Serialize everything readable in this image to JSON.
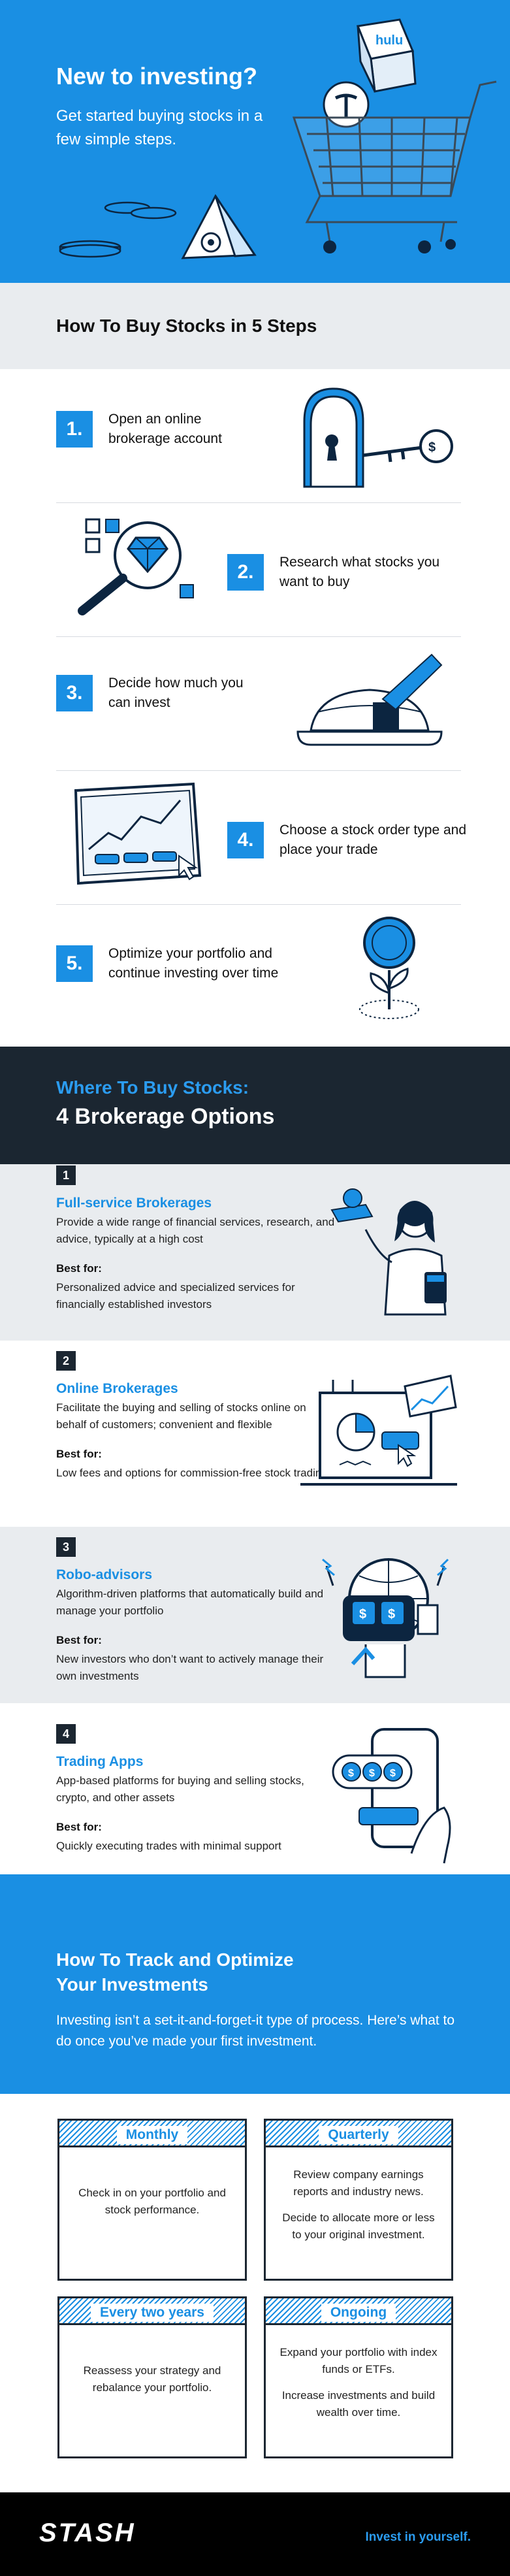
{
  "hero": {
    "title": "New to investing?",
    "subtitle": "Get started buying stocks in a few simple steps.",
    "cube_brand": "hulu",
    "accent_color": "#1a8fe3"
  },
  "steps": {
    "title": "How To Buy Stocks in 5 Steps",
    "items": [
      {
        "num": "1.",
        "text": "Open an online brokerage account",
        "icon": "key-door-icon"
      },
      {
        "num": "2.",
        "text": "Research what stocks you want to buy",
        "icon": "magnifier-diamond-icon"
      },
      {
        "num": "3.",
        "text": "Decide how much you can invest",
        "icon": "pie-slice-icon"
      },
      {
        "num": "4.",
        "text": "Choose a stock order type and place your trade",
        "icon": "trading-screen-icon"
      },
      {
        "num": "5.",
        "text": "Optimize your portfolio and continue investing over time",
        "icon": "coin-plant-icon"
      }
    ]
  },
  "where": {
    "line1": "Where To Buy Stocks:",
    "line2": "4 Brokerage Options",
    "best_label": "Best for:",
    "options": [
      {
        "num": "1",
        "name": "Full-service Brokerages",
        "desc": "Provide a wide range of financial services, research, and advice, typically at a high cost",
        "best": "Personalized advice and specialized services for financially established investors"
      },
      {
        "num": "2",
        "name": "Online Brokerages",
        "desc": "Facilitate the buying and selling of stocks online on behalf of customers; convenient and flexible",
        "best": "Low fees and options for commission-free stock trading"
      },
      {
        "num": "3",
        "name": "Robo-advisors",
        "desc": "Algorithm-driven platforms that automatically build and manage your portfolio",
        "best": "New investors who don’t want to actively manage their own investments"
      },
      {
        "num": "4",
        "name": "Trading Apps",
        "desc": "App-based platforms for buying and selling stocks, crypto, and other assets",
        "best": "Quickly executing trades with minimal support"
      }
    ]
  },
  "track": {
    "title": "How To Track and Optimize Your Investments",
    "text": "Investing isn’t a set-it-and-forget-it type of process. Here’s what to do once you’ve made your first investment.",
    "cards": [
      {
        "title": "Monthly",
        "lines": [
          "Check in on your portfolio and stock performance."
        ]
      },
      {
        "title": "Quarterly",
        "lines": [
          "Review company earnings reports and industry news.",
          "Decide to allocate more or less to your original investment."
        ]
      },
      {
        "title": "Every two years",
        "lines": [
          "Reassess your strategy and rebalance your portfolio."
        ]
      },
      {
        "title": "Ongoing",
        "lines": [
          "Expand your portfolio with index funds or ETFs.",
          "Increase investments and build wealth over time."
        ]
      }
    ]
  },
  "footer": {
    "logo": "STASH",
    "tagline": "Invest in yourself."
  }
}
